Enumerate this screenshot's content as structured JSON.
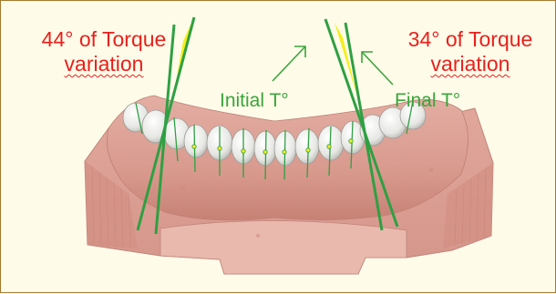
{
  "labels": {
    "left_torque_line1": "44° of Torque",
    "left_torque_line2": "variation",
    "right_torque_line1": "34° of Torque",
    "right_torque_line2": "variation",
    "initial": "Initial T°",
    "final": "Final T°"
  },
  "colors": {
    "background": "#fefbe9",
    "border": "#a9782e",
    "red_text": "#e8211c",
    "green_text": "#3aa53a",
    "gum": "#d99a8e",
    "tooth": "#e9e9e7",
    "axis_line": "#2fa043",
    "angle_fill": "#f4ee1e"
  },
  "illustration": {
    "subject": "lower dental arch model with torque axis lines",
    "icons": [
      "arrow-up-right-icon",
      "arrow-up-left-icon"
    ]
  }
}
